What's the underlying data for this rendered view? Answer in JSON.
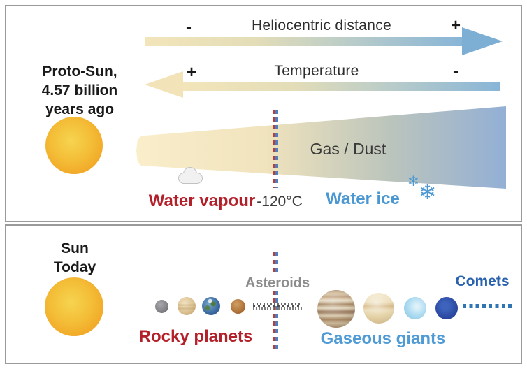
{
  "top_panel": {
    "title": {
      "line1": "Proto-Sun,",
      "line2": "4.57 billion",
      "line3": "years ago"
    },
    "heliocentric_arrow": {
      "label": "Heliocentric distance",
      "near_sign": "-",
      "far_sign": "+"
    },
    "temperature_arrow": {
      "label": "Temperature",
      "near_sign": "+",
      "far_sign": "-"
    },
    "wedge_label": "Gas / Dust",
    "water_vapour_label": "Water vapour",
    "snow_line_temperature": "-120°C",
    "water_ice_label": "Water ice",
    "snowflake_glyph": "❄"
  },
  "bottom_panel": {
    "title": {
      "line1": "Sun",
      "line2": "Today"
    },
    "asteroids_label": "Asteroids",
    "rocky_planets_label": "Rocky planets",
    "gaseous_giants_label": "Gaseous giants",
    "comets_label": "Comets",
    "planet_icons": [
      "mercury",
      "venus",
      "earth",
      "mars",
      "jupiter",
      "saturn",
      "uranus",
      "neptune"
    ]
  },
  "colors": {
    "warm_end": "#f3e5ba",
    "cool_end": "#88b5d7",
    "red_label": "#b3202a",
    "ice_blue_label": "#4a97d2",
    "comets_blue": "#2a62ae",
    "asteroids_gray": "#8c8c8c",
    "snowline_red": "#c23b2e",
    "snowline_blue": "#4a7fc1",
    "sun_orange": "#efa022"
  }
}
